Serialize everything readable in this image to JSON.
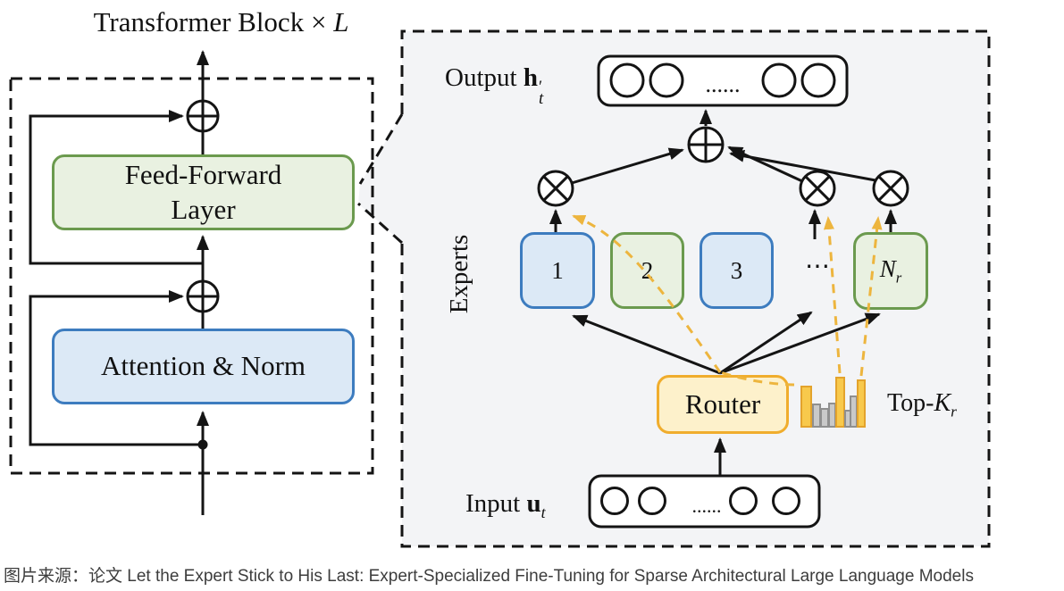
{
  "title": {
    "text": "Transformer Block × ",
    "multiplier": "L"
  },
  "transformer_block": {
    "feed_forward_line1": "Feed-Forward",
    "feed_forward_line2": "Layer",
    "attention": "Attention & Norm"
  },
  "moe_panel": {
    "experts_axis": "Experts",
    "output": {
      "label": "Output",
      "vector": "h",
      "prime": "′",
      "subscript": "t"
    },
    "input": {
      "label": "Input",
      "vector": "u",
      "subscript": "t"
    },
    "experts": {
      "e1": "1",
      "e2": "2",
      "e3": "3",
      "ellipsis": "⋯",
      "last": {
        "symbol": "N",
        "subscript": "r"
      }
    },
    "router": "Router",
    "topk": {
      "prefix": "Top-",
      "symbol": "K",
      "subscript": "r"
    },
    "vector_dots": "......"
  },
  "caption": "图片来源：论文 Let the Expert Stick to His Last: Expert-Specialized Fine-Tuning for Sparse Architectural Large Language Models",
  "colors": {
    "line": "#141414",
    "panel_bg": "#f3f4f6",
    "blue_border": "#3d7cbf",
    "blue_fill": "#dce9f6",
    "green_border": "#6b9a4e",
    "green_fill": "#e9f1e1",
    "yellow_border": "#f0ad2d",
    "yellow_fill": "#fdf1cb",
    "yellow_dash": "#edb53e",
    "bar_gray_fill": "#c9c9c9",
    "bar_gray_border": "#8f8f8f",
    "bar_yellow_fill": "#f8c94c",
    "bar_yellow_border": "#e3a32c",
    "caption_color": "#3d3d3d"
  }
}
